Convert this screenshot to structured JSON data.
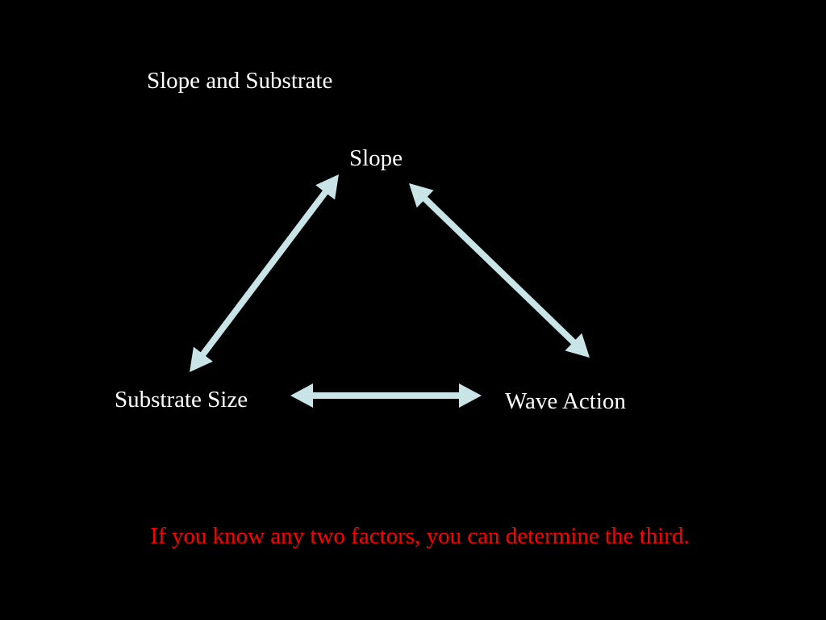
{
  "slide": {
    "title": "Slope and Substrate",
    "background_color": "#000000"
  },
  "diagram": {
    "nodes": [
      {
        "id": "slope",
        "label": "Slope"
      },
      {
        "id": "substrate",
        "label": "Substrate Size"
      },
      {
        "id": "wave",
        "label": "Wave Action"
      }
    ],
    "edges": [
      {
        "from": "substrate",
        "to": "slope",
        "direction": "both"
      },
      {
        "from": "slope",
        "to": "wave",
        "direction": "both"
      },
      {
        "from": "substrate",
        "to": "wave",
        "direction": "both"
      }
    ],
    "arrow_color": "#c8e4e6"
  },
  "footer": {
    "text": "If you know any two factors, you can determine the third.",
    "color": "#ff0000"
  }
}
